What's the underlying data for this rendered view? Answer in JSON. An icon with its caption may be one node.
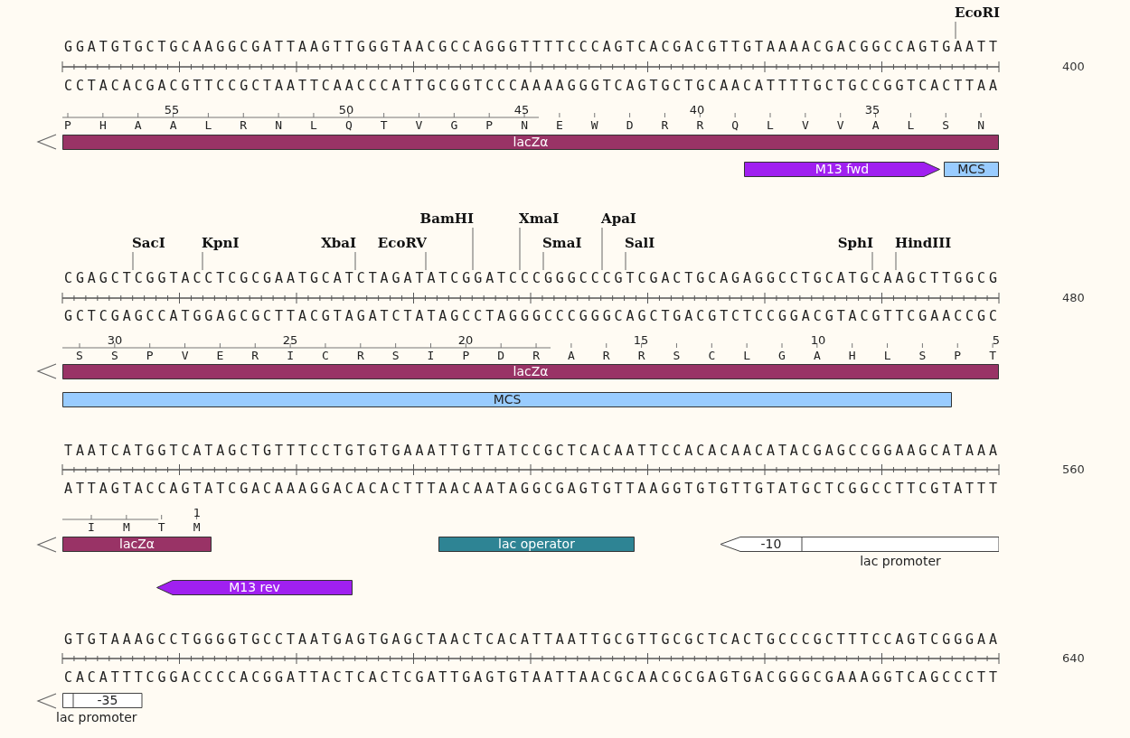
{
  "diagram": {
    "nodes": [
      {
        "text": [
          "EcoRI"
        ]
      },
      {
        "text": [
          "lacZα"
        ]
      },
      {
        "text": [
          "M13 fwd"
        ]
      },
      {
        "text": [
          "MCS"
        ]
      },
      {
        "text": [
          "SacI"
        ]
      },
      {
        "text": [
          "KpnI"
        ]
      },
      {
        "text": [
          "XbaI"
        ]
      },
      {
        "text": [
          "EcoRV"
        ]
      },
      {
        "text": [
          "BamHI"
        ]
      },
      {
        "text": [
          "XmaI"
        ]
      },
      {
        "text": [
          "SmaI"
        ]
      },
      {
        "text": [
          "ApaI"
        ]
      },
      {
        "text": [
          "SalI"
        ]
      },
      {
        "text": [
          "SphI"
        ]
      },
      {
        "text": [
          "HindIII"
        ]
      },
      {
        "text": [
          "lacZα"
        ]
      },
      {
        "text": [
          "MCS"
        ]
      },
      {
        "text": [
          "lacZα"
        ]
      },
      {
        "text": [
          "lac operator"
        ]
      },
      {
        "text": [
          "-10"
        ],
        "beside": [
          "lac promoter"
        ]
      },
      {
        "text": [
          "M13 rev"
        ]
      },
      {
        "text": [
          "-35"
        ],
        "beside": [
          "lac promoter"
        ]
      },
      {
        "text": [
          "GGATGTGCTGCAAGGCGATTAAGTTGGGTAACGCCAGGGTTTTCCCAGTCACGACGTTGTAAAACGACGGCCAGTGAATT"
        ]
      },
      {
        "text": [
          "CGAGCTCGGTACCTCGCGAATGCATCTAGATATCGGATCCCGGGCCCGTCGACTGCAGAGGCCTGCATGCAAGCTTGGCG"
        ]
      }
    ],
    "edges": [
      {
        "from": 0,
        "to": 22,
        "arrow": "none"
      },
      {
        "from": 4,
        "to": 23,
        "arrow": "none"
      },
      {
        "from": 5,
        "to": 23,
        "arrow": "none"
      },
      {
        "from": 6,
        "to": 23,
        "arrow": "none"
      },
      {
        "from": 7,
        "to": 23,
        "arrow": "none"
      },
      {
        "from": 8,
        "to": 23,
        "arrow": "none"
      },
      {
        "from": 9,
        "to": 23,
        "arrow": "none"
      },
      {
        "from": 10,
        "to": 23,
        "arrow": "none"
      },
      {
        "from": 11,
        "to": 23,
        "arrow": "none"
      },
      {
        "from": 12,
        "to": 23,
        "arrow": "none"
      },
      {
        "from": 13,
        "to": 23,
        "arrow": "none"
      },
      {
        "from": 14,
        "to": 23,
        "arrow": "none"
      }
    ],
    "labels": [
      "400",
      "CCTACACGACGTTCCGCTAATTCAACCCATTGCGGTCCCAAAAGGGTCAGTGCTGCAACATTTTGCTGCCGGTCACTTAA",
      "55",
      "50",
      "45",
      "40",
      "35",
      "P H A A L R N L Q T V G P N E W D R R Q L V V A L S N",
      "480",
      "GCTCGAGCCATGGAGCGCTTACGTAGATCTATAGCCTAGGGCCCGGGCAGCTGACGTCTCCGGACGTACGTTCGAACCGC",
      "30",
      "25",
      "20",
      "15",
      "10",
      "5",
      "S S P V E R I C R S I P D R A R R S C L G A H L S P T",
      "TAATCATGGTCATAGCTGTTTCCTGTGTGAAATTGTTATCCGCTCACAATTCCACACAACATACGAGCCGGAAGCATAAA",
      "560",
      "ATTAGTACCAGTATCGACAAAGGACACACTTTAACAATAGGCGAGTGTTAAGGTGTGTTGTATGCTCGGCCTTCGTATTT",
      "1",
      "I M T M",
      "GTGTAAAGCCTGGGGTGCCTAATGAGTGAGCTAACTCACATTAATTGCGTTGCGCTCACTGCCCGCTTTCCAGTCGGGAA",
      "640",
      "CACATTTCGGACCCCACGGATTACTCACTCGATTGAGTGTAATTAACGCAACGCGAGTGACGGGCGAAAGGTCAGCCCTT"
    ]
  }
}
